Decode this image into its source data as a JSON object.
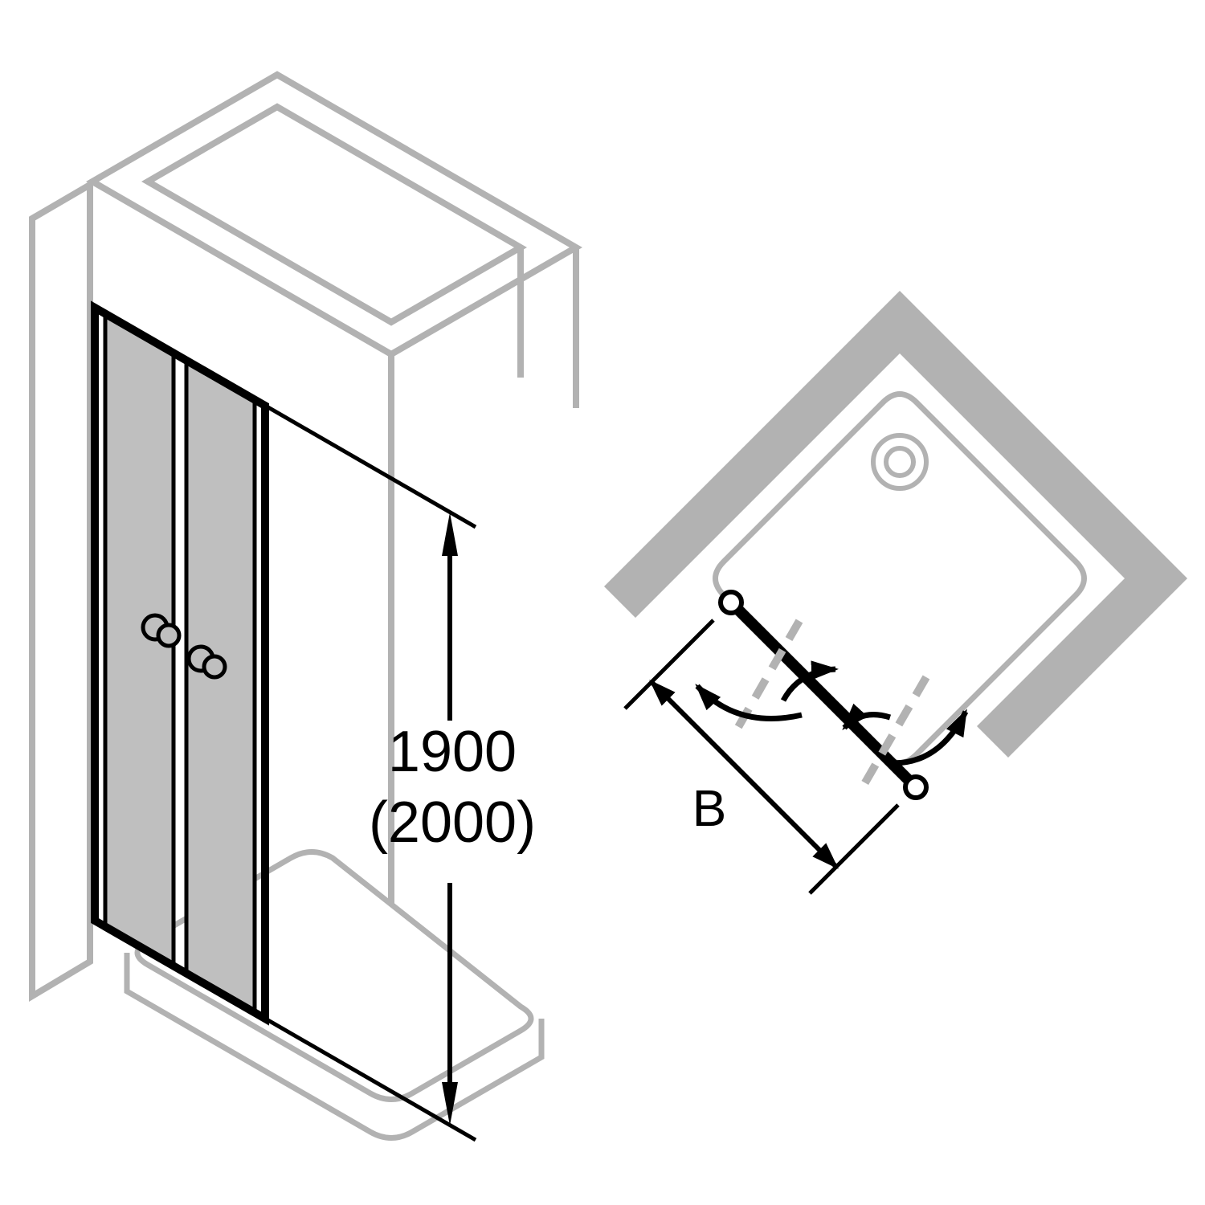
{
  "page": {
    "background": "#ffffff"
  },
  "colors": {
    "wall_gray": "#b2b2b2",
    "glass_gray": "#bfbfbf",
    "knob_gray": "#bfbfbf",
    "line_black": "#000000"
  },
  "front_view": {
    "description": "isometric-view-double-swing-shower-door",
    "height_dimension": {
      "value_primary": "1900",
      "value_secondary": "(2000)"
    }
  },
  "plan_view": {
    "description": "top-plan-view-door-swing-both-directions",
    "width_dimension": {
      "label": "B"
    }
  }
}
